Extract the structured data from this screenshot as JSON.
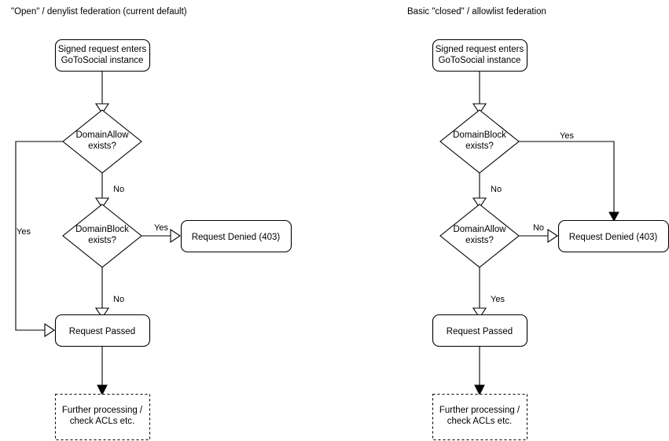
{
  "diagram": {
    "title_left": "\"Open\" / denylist federation (current default)",
    "title_right": "Basic \"closed\" / allowlist federation",
    "panels": [
      {
        "id": "open-denylist",
        "title": "\"Open\" / denylist federation (current default)",
        "nodes": {
          "start": {
            "shape": "rounded-rect",
            "line1": "Signed request enters",
            "line2": "GoToSocial instance"
          },
          "decision1": {
            "shape": "diamond",
            "line1": "DomainAllow",
            "line2": "exists?"
          },
          "decision2": {
            "shape": "diamond",
            "line1": "DomainBlock",
            "line2": "exists?"
          },
          "denied": {
            "shape": "rounded-rect",
            "line1": "Request Denied (403)"
          },
          "passed": {
            "shape": "rounded-rect",
            "line1": "Request Passed"
          },
          "further": {
            "shape": "dashed-rect",
            "line1": "Further processing /",
            "line2": "check ACLs etc."
          }
        },
        "edges": [
          {
            "from": "start",
            "to": "decision1",
            "label": ""
          },
          {
            "from": "decision1",
            "to": "passed",
            "label": "Yes"
          },
          {
            "from": "decision1",
            "to": "decision2",
            "label": "No"
          },
          {
            "from": "decision2",
            "to": "denied",
            "label": "Yes"
          },
          {
            "from": "decision2",
            "to": "passed",
            "label": "No"
          },
          {
            "from": "passed",
            "to": "further",
            "label": ""
          }
        ]
      },
      {
        "id": "closed-allowlist",
        "title": "Basic \"closed\" / allowlist federation",
        "nodes": {
          "start": {
            "shape": "rounded-rect",
            "line1": "Signed request enters",
            "line2": "GoToSocial instance"
          },
          "decision1": {
            "shape": "diamond",
            "line1": "DomainBlock",
            "line2": "exists?"
          },
          "decision2": {
            "shape": "diamond",
            "line1": "DomainAllow",
            "line2": "exists?"
          },
          "denied": {
            "shape": "rounded-rect",
            "line1": "Request Denied (403)"
          },
          "passed": {
            "shape": "rounded-rect",
            "line1": "Request Passed"
          },
          "further": {
            "shape": "dashed-rect",
            "line1": "Further processing /",
            "line2": "check ACLs etc."
          }
        },
        "edges": [
          {
            "from": "decision1",
            "to": "denied",
            "label": "Yes"
          },
          {
            "from": "decision1",
            "to": "decision2",
            "label": "No"
          },
          {
            "from": "decision2",
            "to": "denied",
            "label": "No"
          },
          {
            "from": "decision2",
            "to": "passed",
            "label": "Yes"
          },
          {
            "from": "passed",
            "to": "further",
            "label": ""
          }
        ]
      }
    ],
    "colors": {
      "stroke": "#000000",
      "fill": "#ffffff",
      "text": "#000000"
    }
  }
}
